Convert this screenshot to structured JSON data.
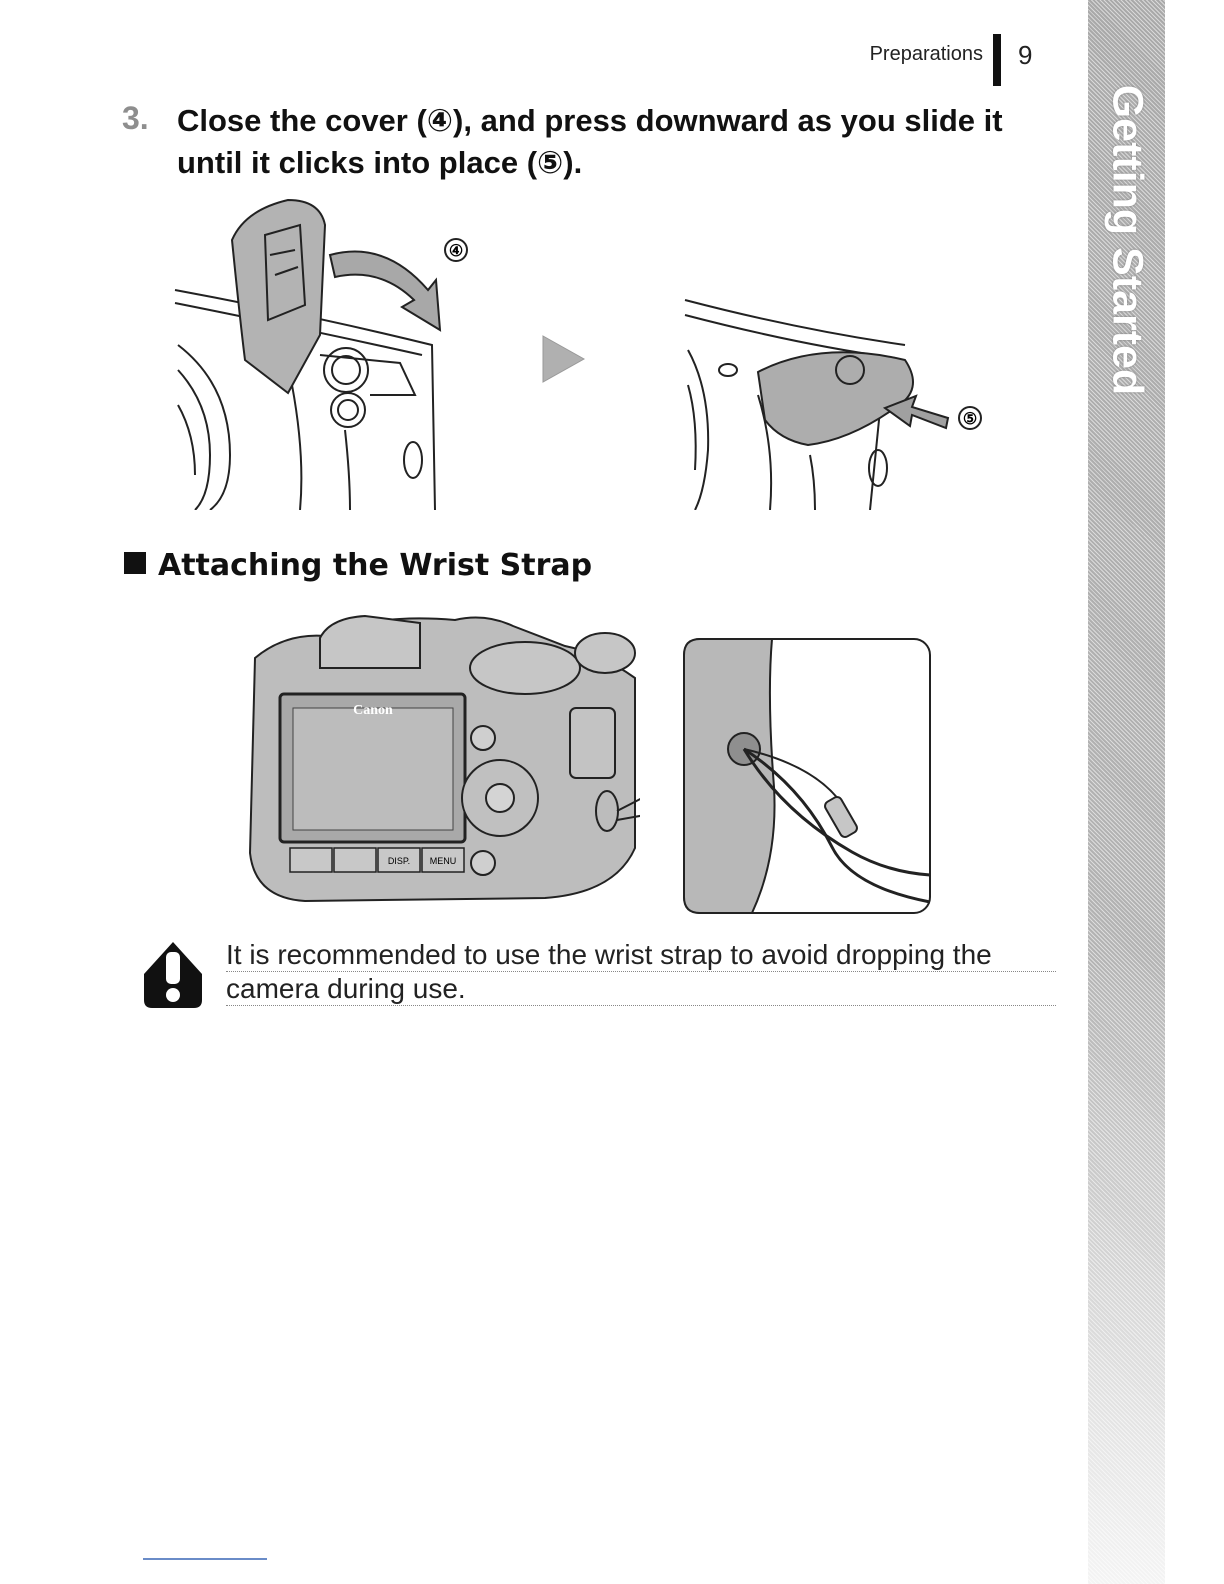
{
  "header": {
    "section": "Preparations",
    "page_number": "9"
  },
  "side_tab": {
    "label": "Getting Started"
  },
  "step": {
    "number": "3.",
    "text": "Close the cover (④), and press downward as you slide it until it clicks into place (⑤)."
  },
  "illustration_top": {
    "label_left": "④",
    "label_right": "⑤"
  },
  "section": {
    "heading": "Attaching the Wrist Strap"
  },
  "camera": {
    "logo": "Canon",
    "buttons": [
      "",
      "",
      "DISP.",
      "MENU"
    ]
  },
  "note": {
    "text": "It is recommended to use the wrist strap to avoid dropping the camera during use."
  }
}
